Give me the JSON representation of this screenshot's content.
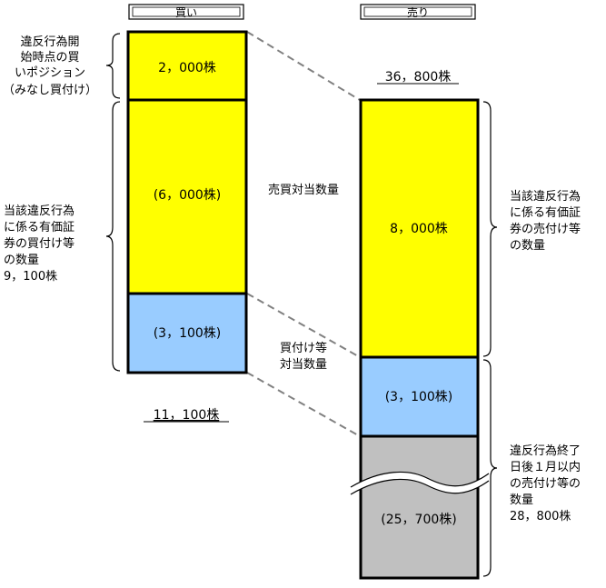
{
  "headers": {
    "buy": "買い",
    "sell": "売り"
  },
  "buy_column": {
    "block_initial": "2，000株",
    "block_matched": "(6，000株)",
    "block_offset": "(3，100株)",
    "total": "11，100株"
  },
  "sell_column": {
    "total": "36，800株",
    "block_main": "8，000株",
    "block_offset": "(3，100株)",
    "block_rest": "(25，700株)"
  },
  "left_notes": {
    "initial_position": [
      "違反行為開",
      "始時点の買",
      "いポジション",
      "（みなし買付け）"
    ],
    "buy_quantity": [
      "当該違反行為",
      "に係る有価証",
      "券の買付け等",
      "の数量",
      "9，100株"
    ]
  },
  "middle_labels": {
    "matched_quantity": "売買対当数量",
    "buy_offset": [
      "買付け等",
      "対当数量"
    ]
  },
  "right_notes": {
    "sell_quantity": [
      "当該違反行為",
      "に係る有価証",
      "券の売付け等",
      "の数量"
    ],
    "post_period": [
      "違反行為終了",
      "日後１月以内",
      "の売付け等の",
      "数量",
      "28，800株"
    ]
  },
  "colors": {
    "yellow": "#ffff00",
    "blue": "#99ccff",
    "gray": "#c0c0c0",
    "line": "#000000",
    "connector": "#808080"
  }
}
